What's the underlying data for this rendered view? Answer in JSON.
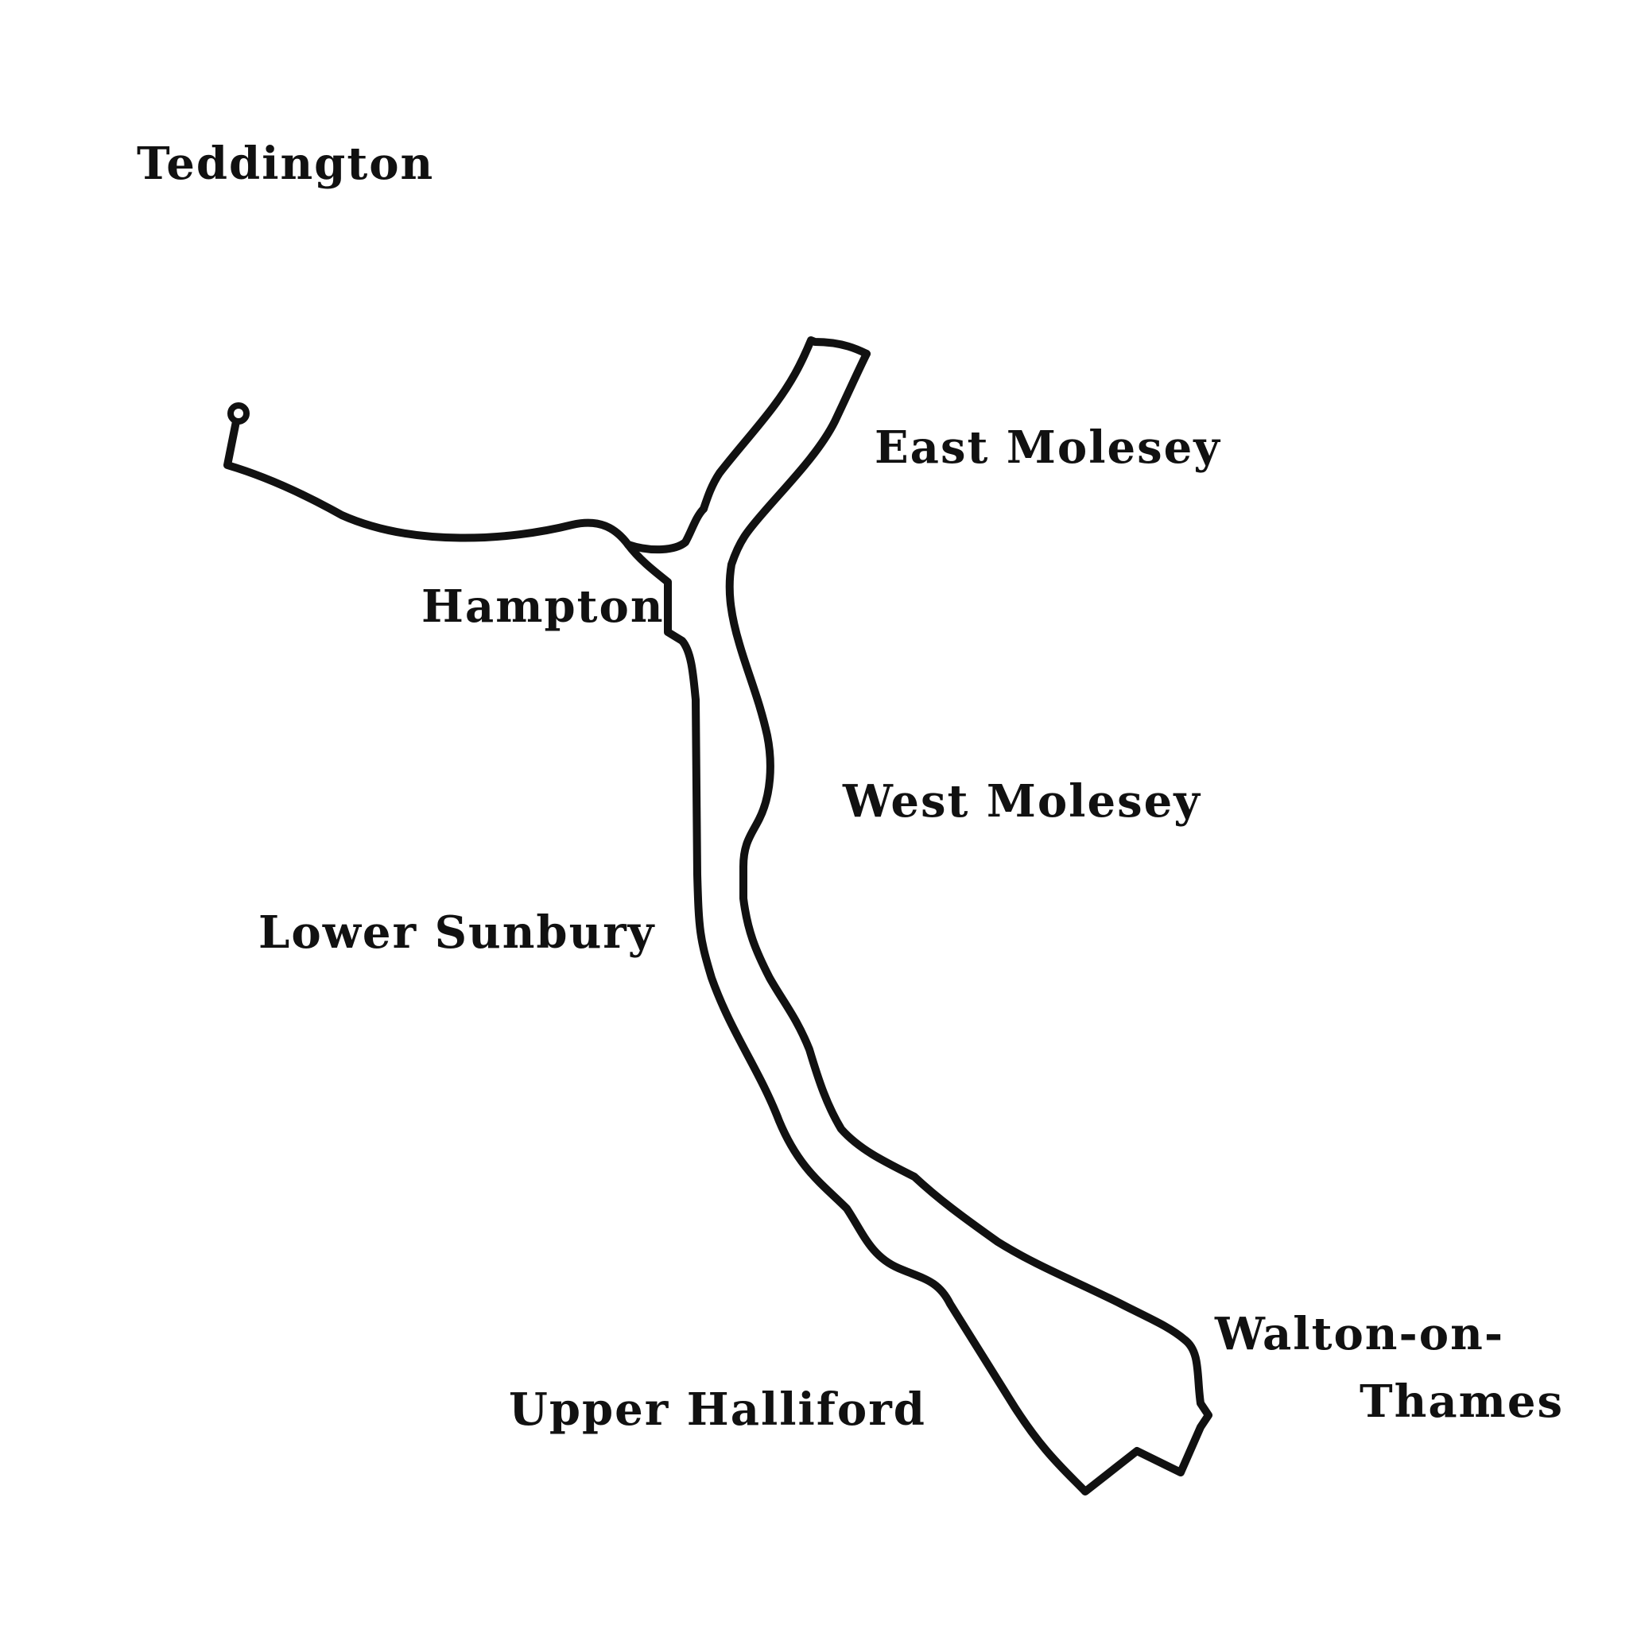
{
  "map": {
    "colors": {
      "background": "#ffffff",
      "ink": "#111111"
    },
    "labels": {
      "teddington": "Teddington",
      "east_molesey": "East Molesey",
      "hampton": "Hampton",
      "west_molesey": "West Molesey",
      "lower_sunbury": "Lower Sunbury",
      "walton_line1": "Walton-on-",
      "walton_line2": "Thames",
      "upper_halliford": "Upper Halliford"
    }
  }
}
